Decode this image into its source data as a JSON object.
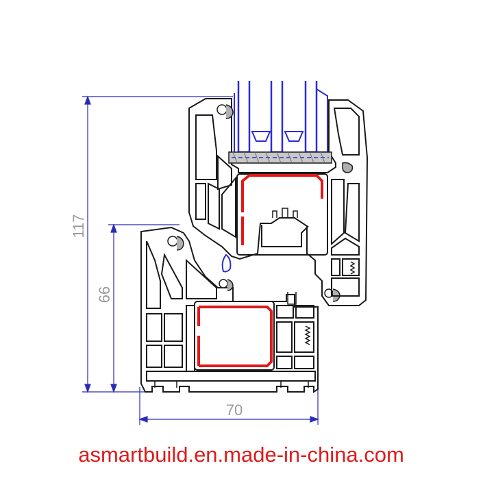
{
  "dimensions": {
    "total_height": "117",
    "frame_height": "66",
    "depth": "70"
  },
  "watermark": {
    "text": "asmartbuild.en.made-in-china.com"
  },
  "colors": {
    "profile_outline": "#1a1a1a",
    "dimension_lines": "#2b2bb8",
    "dimension_text": "#9a9a9a",
    "steel_reinforcement": "#e01a1a",
    "glazing_bead": "#2b2bd8",
    "gasket_gray": "#8a8a8a",
    "watermark": "#e01a1a"
  }
}
